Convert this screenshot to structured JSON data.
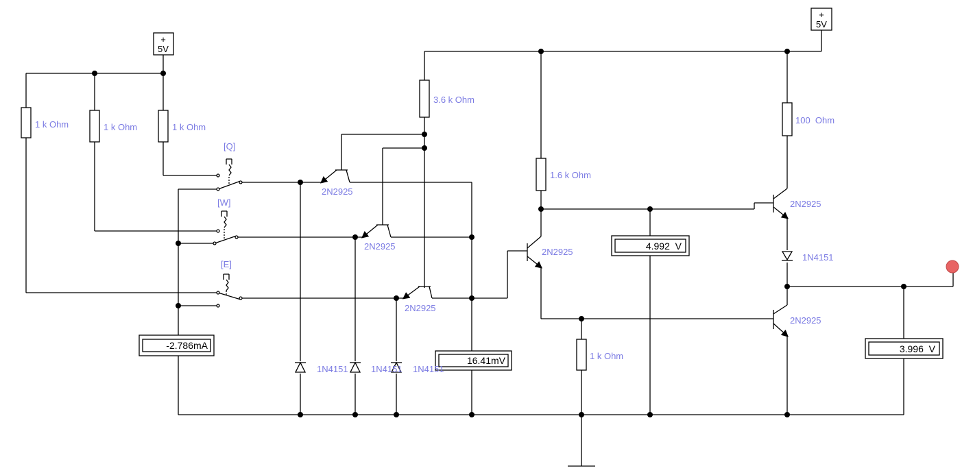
{
  "colors": {
    "wire": "#000000",
    "label": "#7b7be3",
    "probe": "#e86464",
    "background": "#ffffff"
  },
  "supplies": {
    "left": {
      "plus": "+",
      "voltage": "5V"
    },
    "right": {
      "plus": "+",
      "voltage": "5V"
    }
  },
  "resistors": {
    "r1": "1 k Ohm",
    "r2": "1 k Ohm",
    "r3": "1 k Ohm",
    "r4": "3.6 k Ohm",
    "r5": "1.6 k Ohm",
    "r6": "100  Ohm",
    "r7": "1 k Ohm"
  },
  "switches": {
    "q": "[Q]",
    "w": "[W]",
    "e": "[E]"
  },
  "transistors": {
    "t1": "2N2925",
    "t2": "2N2925",
    "t3": "2N2925",
    "t4": "2N2925",
    "t5": "2N2925",
    "t6": "2N2925"
  },
  "diodes": {
    "d1": "1N4151",
    "d2": "1N4151",
    "d3": "1N4151",
    "d4": "1N4151"
  },
  "meters": {
    "ammeter": "-2.786mA",
    "voltmeter_mid": "16.41mV",
    "voltmeter_right": "4.992  V",
    "voltmeter_out": "3.996  V"
  },
  "output_probe": "probe-lamp-icon"
}
